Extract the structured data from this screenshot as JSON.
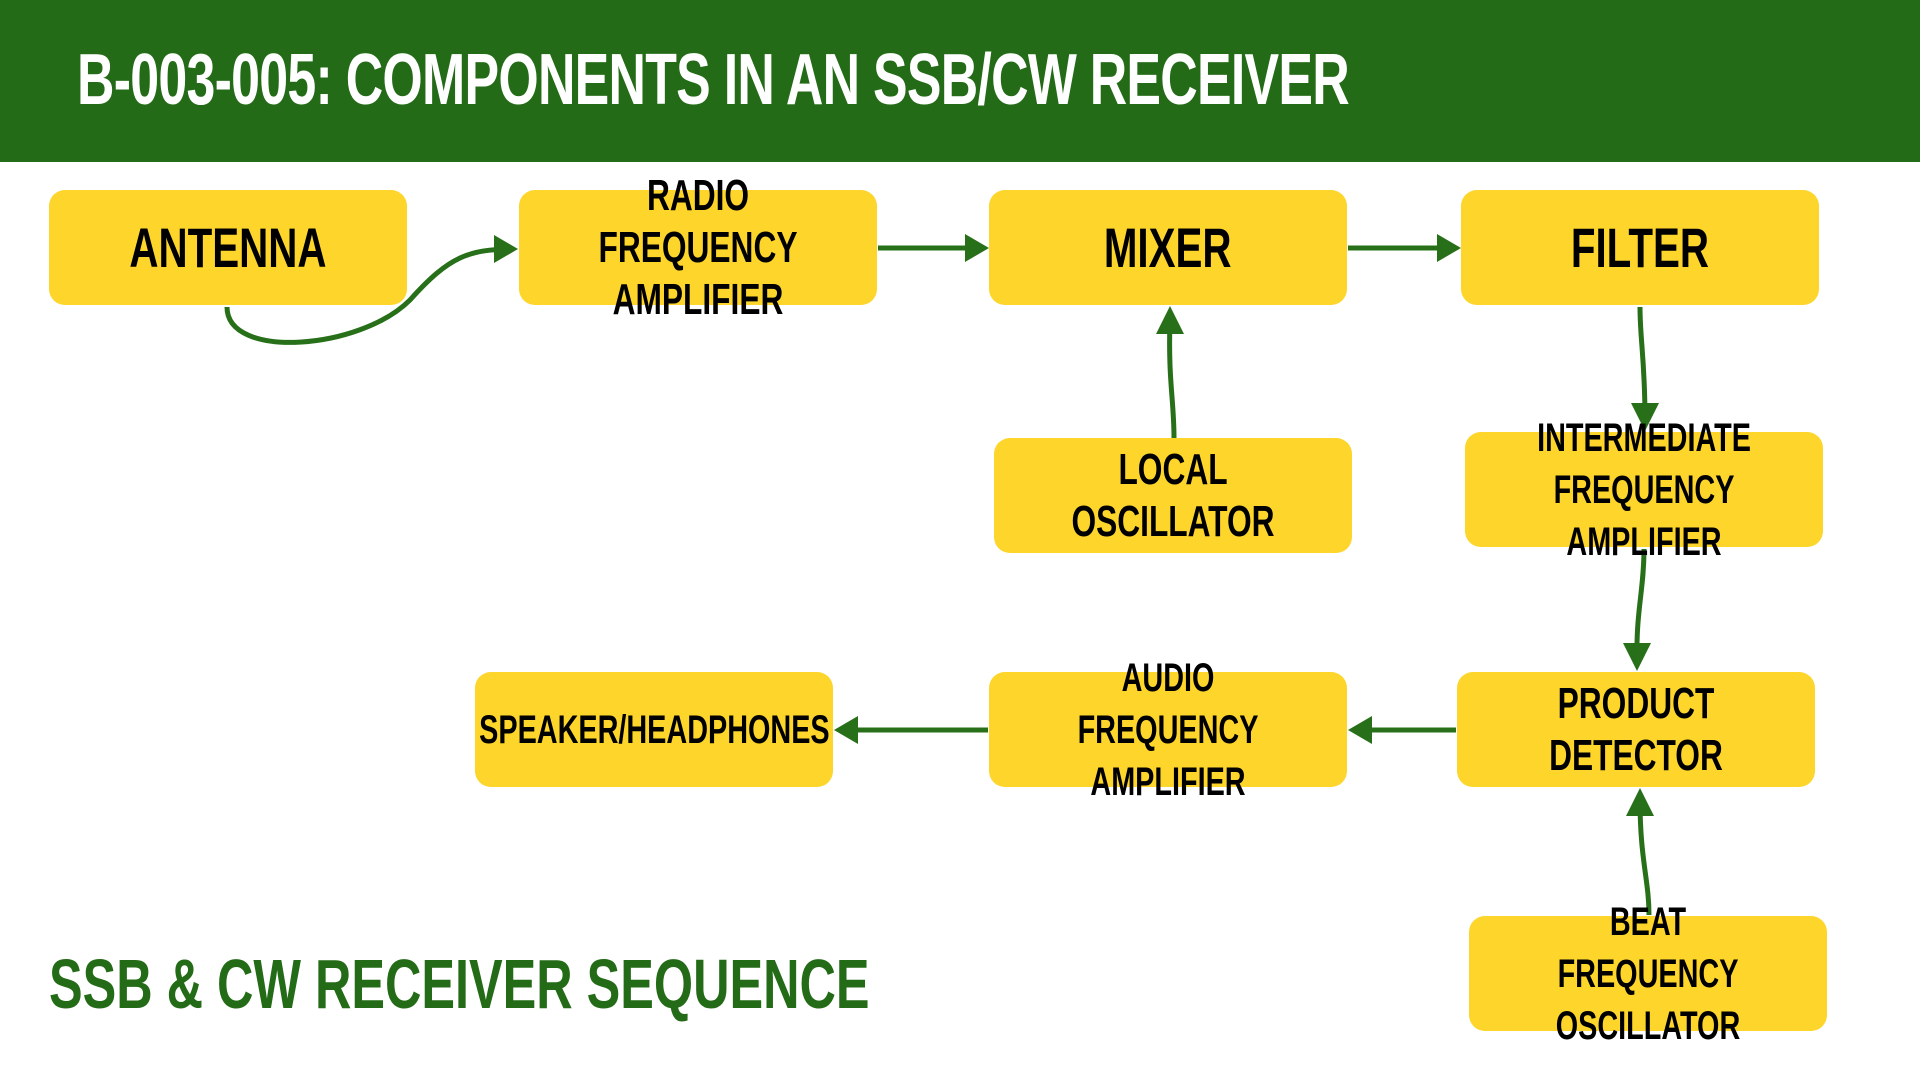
{
  "header": {
    "title": "B-003-005: COMPONENTS IN AN SSB/CW RECEIVER"
  },
  "colors": {
    "header_bg": "#246b17",
    "box_fill": "#fdd52b",
    "arrow": "#277019",
    "subtitle": "#246b17"
  },
  "blocks": {
    "antenna": "ANTENNA",
    "rf_amp": "RADIO FREQUENCY\nAMPLIFIER",
    "mixer": "MIXER",
    "filter": "FILTER",
    "local_osc": "LOCAL OSCILLATOR",
    "if_amp": "INTERMEDIATE\nFREQUENCY AMPLIFIER",
    "product_detector": "PRODUCT DETECTOR",
    "audio_amp": "AUDIO FREQUENCY\nAMPLIFIER",
    "speaker": "SPEAKER/HEADPHONES",
    "bfo": "BEAT FREQUENCY\nOSCILLATOR"
  },
  "connections": [
    [
      "antenna",
      "rf_amp"
    ],
    [
      "rf_amp",
      "mixer"
    ],
    [
      "local_osc",
      "mixer"
    ],
    [
      "mixer",
      "filter"
    ],
    [
      "filter",
      "if_amp"
    ],
    [
      "if_amp",
      "product_detector"
    ],
    [
      "bfo",
      "product_detector"
    ],
    [
      "product_detector",
      "audio_amp"
    ],
    [
      "audio_amp",
      "speaker"
    ]
  ],
  "footer": {
    "subtitle": "SSB & CW RECEIVER SEQUENCE"
  }
}
